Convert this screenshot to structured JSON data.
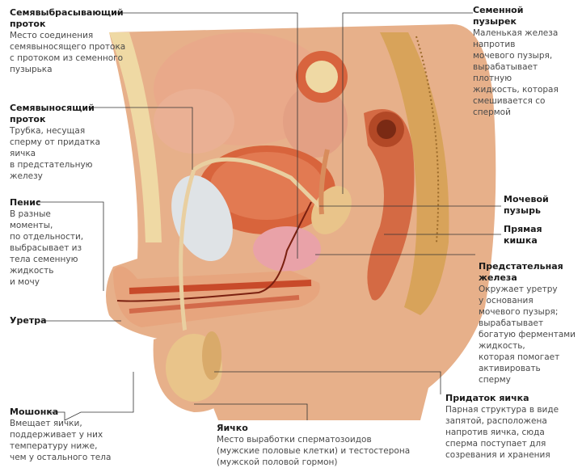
{
  "title": "Male reproductive system (sagittal section)",
  "colors": {
    "skin": "#e7b08a",
    "muscle": "#d7643c",
    "bone": "#efd9a4",
    "line": "#333333"
  },
  "labels": {
    "ejaculatory_duct": {
      "title": "Семявыбрасывающий\nпроток",
      "desc": "Место соединения\nсемявыносящего протока\nс протоком из семенного\nпузырька"
    },
    "vas_deferens": {
      "title": "Семявыносящий\nпроток",
      "desc": "Трубка, несущая\nсперму от придатка\nяичка\nв предстательную\nжелезу"
    },
    "penis": {
      "title": "Пенис",
      "desc": "В разные\nмоменты,\nпо отдельности,\nвыбрасывает из\nтела семенную\nжидкость\nи мочу"
    },
    "urethra": {
      "title": "Уретра"
    },
    "scrotum": {
      "title": "Мошонка",
      "desc": "Вмещает яички,\nподдерживает у них\nтемпературу ниже,\nчем у остального тела"
    },
    "testis": {
      "title": "Яичко",
      "desc": "Место выработки сперматозоидов\n(мужские половые клетки) и тестостерона\n(мужской половой гормон)"
    },
    "seminal_vesicle": {
      "title": "Семенной\nпузырек",
      "desc": "Маленькая железа\nнапротив\nмочевого пузыря,\nвырабатывает\nплотную\nжидкость, которая\nсмешивается со\nспермой"
    },
    "bladder": {
      "title": "Мочевой\nпузырь"
    },
    "rectum": {
      "title": "Прямая\nкишка"
    },
    "prostate": {
      "title": "Предстательная\nжелеза",
      "desc": "Окружает уретру\nу основания\nмочевого пузыря;\nвырабатывает\nбогатую ферментами\nжидкость,\nкоторая помогает\nактивировать\nсперму"
    },
    "epididymis": {
      "title": "Придаток яичка",
      "desc": "Парная структура в виде\nзапятой, расположена\nнапротив яичка, сюда\nсперма поступает для\nсозревания и хранения"
    }
  }
}
